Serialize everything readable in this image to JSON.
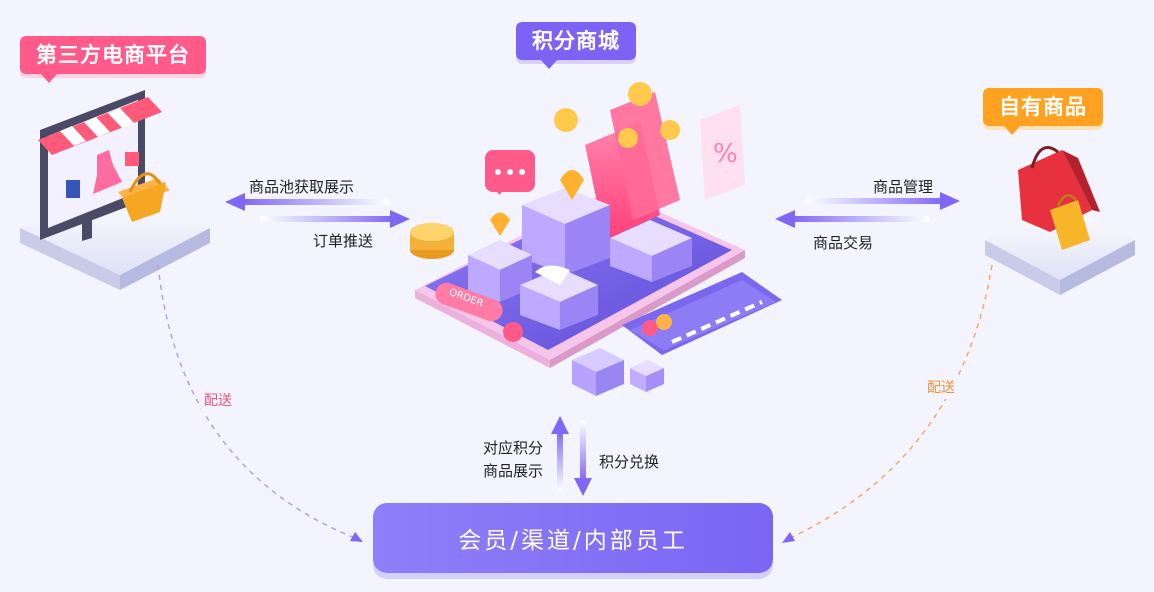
{
  "tags": {
    "third_party": "第三方电商平台",
    "points_mall": "积分商城",
    "own_products": "自有商品"
  },
  "flows": {
    "pool_display": "商品池获取展示",
    "order_push": "订单推送",
    "product_mgmt": "商品管理",
    "product_trade": "商品交易",
    "points_display_line1": "对应积分",
    "points_display_line2": "商品展示",
    "points_exchange": "积分兑换",
    "delivery_left": "配送",
    "delivery_right": "配送"
  },
  "phone": {
    "order_text": "ORDER"
  },
  "bottom": {
    "label": "会员/渠道/内部员工"
  },
  "colors": {
    "pink": "#ff5a8a",
    "purple": "#7d63f5",
    "orange": "#ffa221",
    "bottom_box": "#8a76f8"
  },
  "icons": [
    "store-icon",
    "dress-icon",
    "basket-icon",
    "phone-icon",
    "gift-icon",
    "shopping-bag-icon",
    "coin-icon",
    "credit-card-icon",
    "chat-bubble-icon",
    "percent-icon"
  ]
}
